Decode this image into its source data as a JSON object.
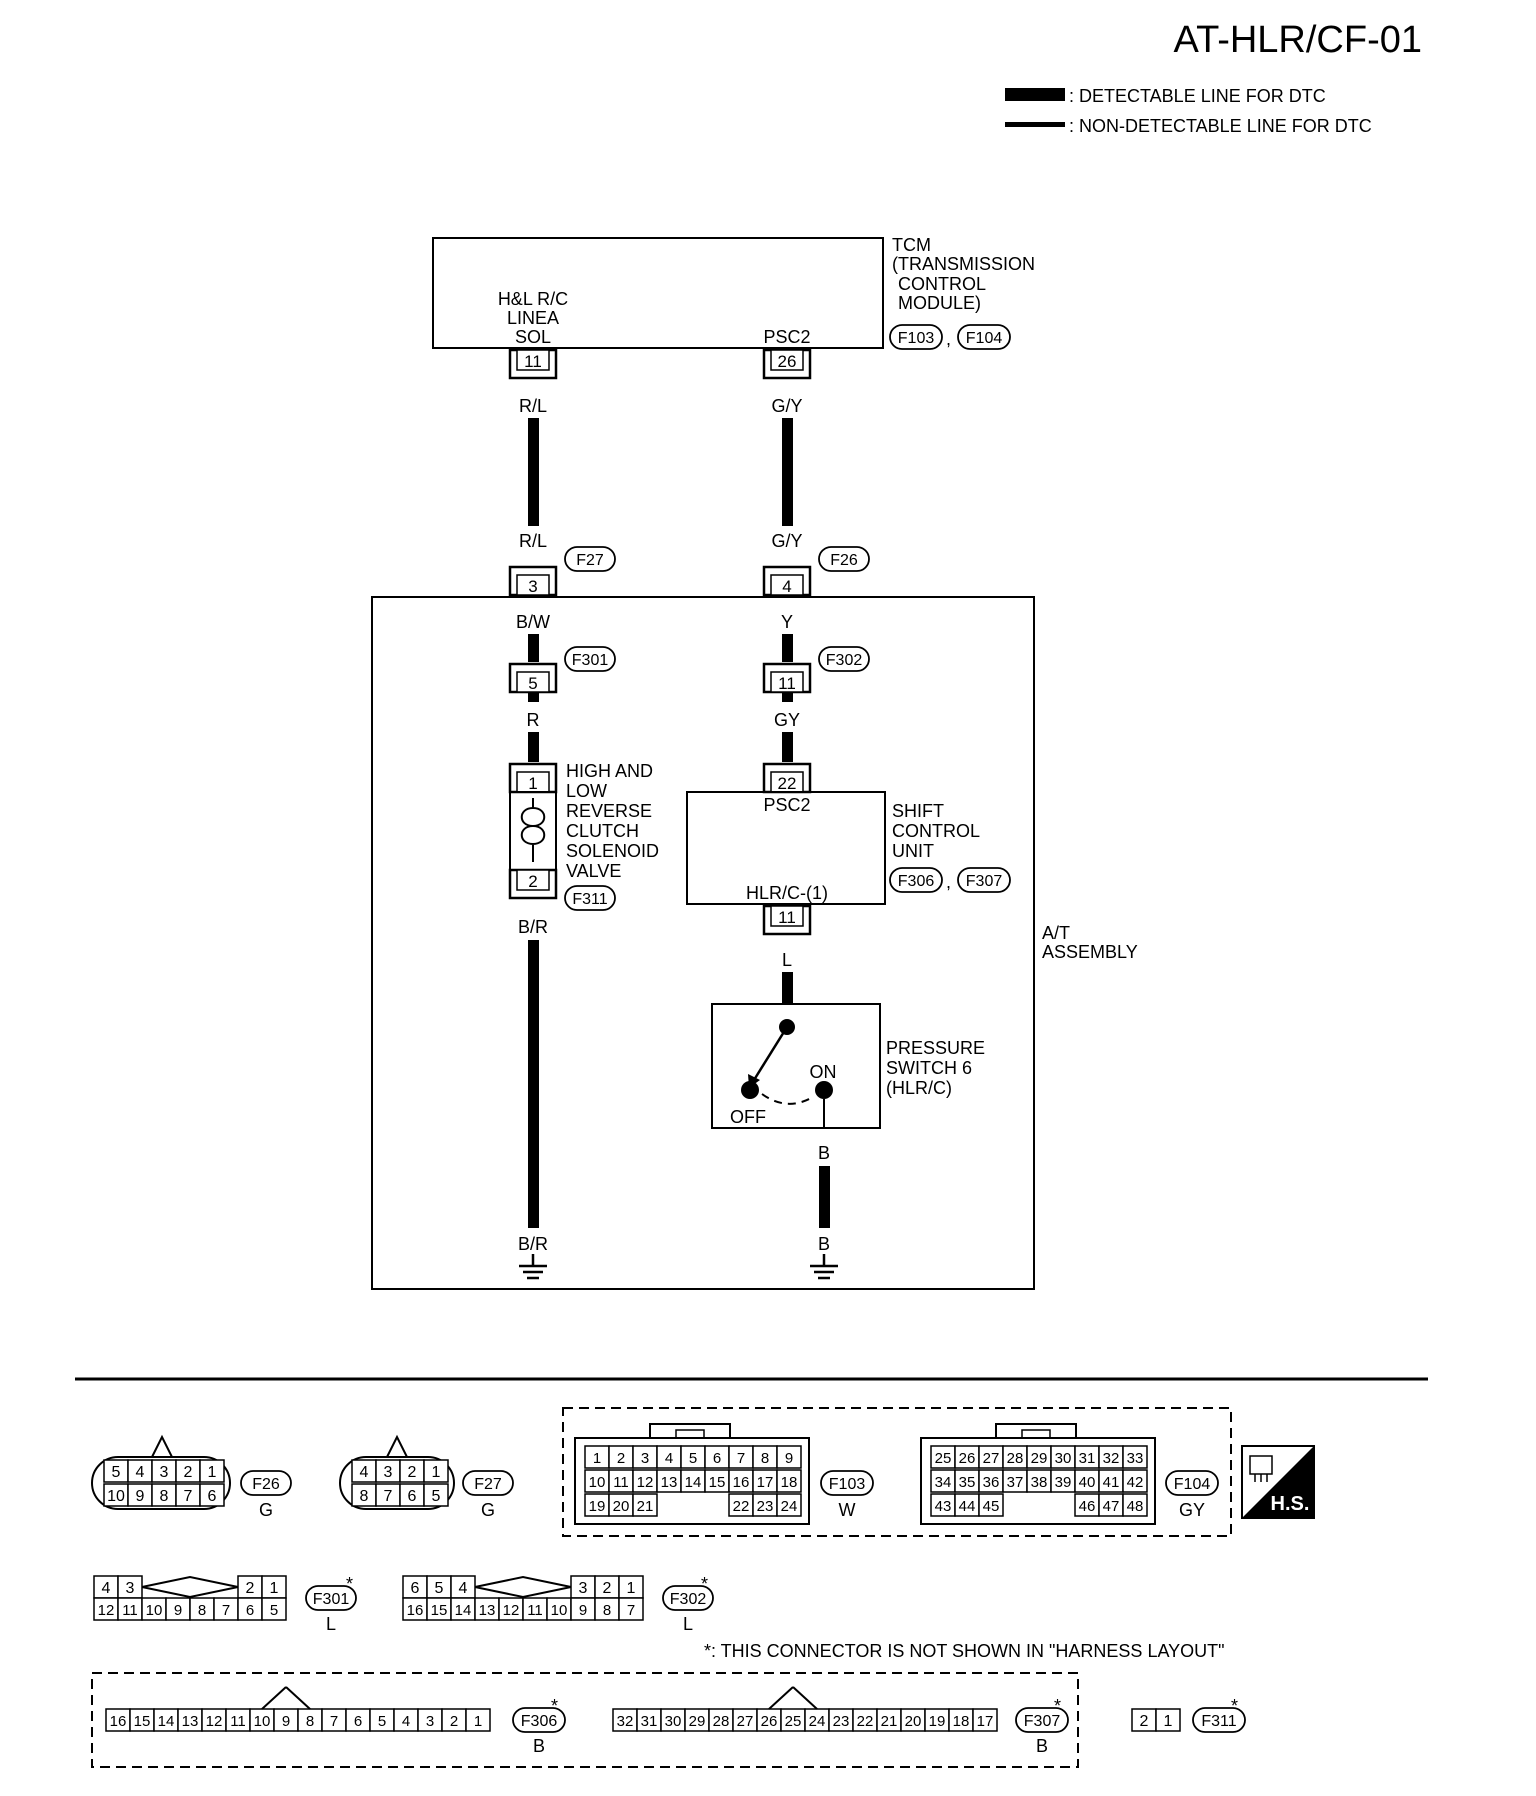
{
  "page": {
    "code": "AT-HLR/CF-01",
    "legend_detectable": ": DETECTABLE LINE FOR DTC",
    "legend_non_detectable": ": NON-DETECTABLE LINE FOR DTC"
  },
  "tcm": {
    "lines": [
      "TCM",
      "(TRANSMISSION",
      "CONTROL",
      "MODULE)"
    ],
    "connectors": [
      "F103",
      "F104"
    ],
    "hlr_label": [
      "H&L R/C",
      "LINEA",
      "SOL"
    ],
    "psc2_label": "PSC2",
    "pin_left": "11",
    "pin_right": "26"
  },
  "wires": {
    "rl_top": "R/L",
    "gy_top": "G/Y",
    "rl_bot": "R/L",
    "gy_bot": "G/Y",
    "bw": "B/W",
    "y": "Y",
    "r": "R",
    "gy2": "GY",
    "br_top": "B/R",
    "br_bot": "B/R",
    "l": "L",
    "b_top": "B",
    "b_bot": "B"
  },
  "inline": {
    "f27": "F27",
    "f26": "F26",
    "pin3": "3",
    "pin4": "4",
    "f301": "F301",
    "f302": "F302",
    "pin5": "5",
    "pin11": "11",
    "sol_pin1": "1",
    "sol_pin2": "2",
    "f311": "F311"
  },
  "solenoid": {
    "lines": [
      "HIGH AND",
      "LOW",
      "REVERSE",
      "CLUTCH",
      "SOLENOID",
      "VALVE"
    ]
  },
  "scu": {
    "lines": [
      "SHIFT",
      "CONTROL",
      "UNIT"
    ],
    "connectors": [
      "F306",
      "F307"
    ],
    "psc2": "PSC2",
    "hlr": "HLR/C-(1)",
    "pin_top": "22",
    "pin_bot": "11"
  },
  "pswitch": {
    "lines": [
      "PRESSURE",
      "SWITCH 6",
      "(HLR/C)"
    ],
    "on": "ON",
    "off": "OFF"
  },
  "assembly": {
    "lines": [
      "A/T",
      "ASSEMBLY"
    ]
  },
  "sep": ",",
  "connector_views": {
    "f26": {
      "id": "F26",
      "color": "G",
      "row1": [
        "5",
        "4",
        "3",
        "2",
        "1"
      ],
      "row2": [
        "10",
        "9",
        "8",
        "7",
        "6"
      ]
    },
    "f27": {
      "id": "F27",
      "color": "G",
      "row1": [
        "4",
        "3",
        "2",
        "1"
      ],
      "row2": [
        "8",
        "7",
        "6",
        "5"
      ]
    },
    "f103": {
      "id": "F103",
      "color": "W",
      "row1": [
        "1",
        "2",
        "3",
        "4",
        "5",
        "6",
        "7",
        "8",
        "9"
      ],
      "row2": [
        "10",
        "11",
        "12",
        "13",
        "14",
        "15",
        "16",
        "17",
        "18"
      ],
      "row3": [
        "19",
        "20",
        "21",
        "22",
        "23",
        "24"
      ]
    },
    "f104": {
      "id": "F104",
      "color": "GY",
      "row1": [
        "25",
        "26",
        "27",
        "28",
        "29",
        "30",
        "31",
        "32",
        "33"
      ],
      "row2": [
        "34",
        "35",
        "36",
        "37",
        "38",
        "39",
        "40",
        "41",
        "42"
      ],
      "row3": [
        "43",
        "44",
        "45",
        "46",
        "47",
        "48"
      ]
    },
    "hs": "H.S.",
    "f301": {
      "id": "F301",
      "color": "L",
      "star": "*",
      "row1a": [
        "4",
        "3"
      ],
      "row1b": [
        "2",
        "1"
      ],
      "row2": [
        "12",
        "11",
        "10",
        "9",
        "8",
        "7",
        "6",
        "5"
      ]
    },
    "f302": {
      "id": "F302",
      "color": "L",
      "star": "*",
      "row1a": [
        "6",
        "5",
        "4"
      ],
      "row1b": [
        "3",
        "2",
        "1"
      ],
      "row2": [
        "16",
        "15",
        "14",
        "13",
        "12",
        "11",
        "10",
        "9",
        "8",
        "7"
      ]
    },
    "note": "*: THIS CONNECTOR IS NOT SHOWN IN \"HARNESS LAYOUT\"",
    "f306": {
      "id": "F306",
      "color": "B",
      "star": "*",
      "row": [
        "16",
        "15",
        "14",
        "13",
        "12",
        "11",
        "10",
        "9",
        "8",
        "7",
        "6",
        "5",
        "4",
        "3",
        "2",
        "1"
      ]
    },
    "f307": {
      "id": "F307",
      "color": "B",
      "star": "*",
      "row": [
        "32",
        "31",
        "30",
        "29",
        "28",
        "27",
        "26",
        "25",
        "24",
        "23",
        "22",
        "21",
        "20",
        "19",
        "18",
        "17"
      ]
    },
    "f311": {
      "id": "F311",
      "star": "*",
      "row": [
        "2",
        "1"
      ]
    }
  }
}
